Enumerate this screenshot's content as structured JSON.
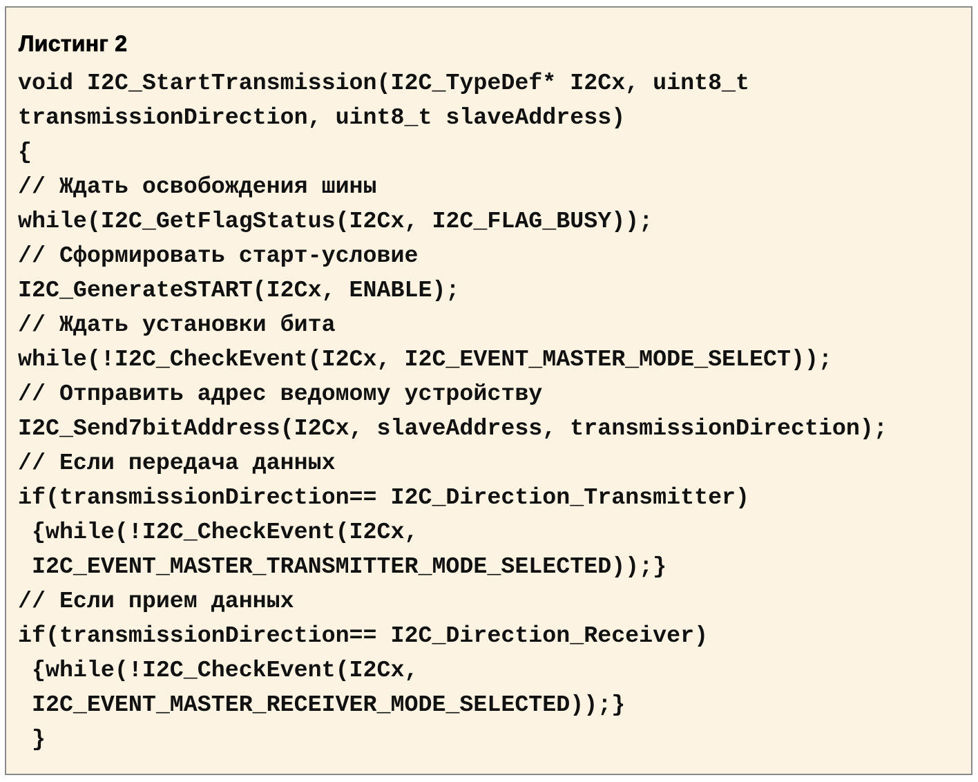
{
  "title": "Листинг 2",
  "code_lines": [
    "void I2C_StartTransmission(I2C_TypeDef* I2Cx, uint8_t",
    "transmissionDirection, uint8_t slaveAddress)",
    "{",
    "// Ждать освобождения шины",
    "while(I2C_GetFlagStatus(I2Cx, I2C_FLAG_BUSY));",
    "// Сформировать старт-условие",
    "I2C_GenerateSTART(I2Cx, ENABLE);",
    "// Ждать установки бита",
    "while(!I2C_CheckEvent(I2Cx, I2C_EVENT_MASTER_MODE_SELECT));",
    "// Отправить адрес ведомому устройству",
    "I2C_Send7bitAddress(I2Cx, slaveAddress, transmissionDirection);",
    "// Если передача данных",
    "if(transmissionDirection== I2C_Direction_Transmitter)",
    " {while(!I2C_CheckEvent(I2Cx,",
    " I2C_EVENT_MASTER_TRANSMITTER_MODE_SELECTED));}",
    "// Если прием данных",
    "if(transmissionDirection== I2C_Direction_Receiver)",
    " {while(!I2C_CheckEvent(I2Cx,",
    " I2C_EVENT_MASTER_RECEIVER_MODE_SELECTED));}",
    " }"
  ]
}
